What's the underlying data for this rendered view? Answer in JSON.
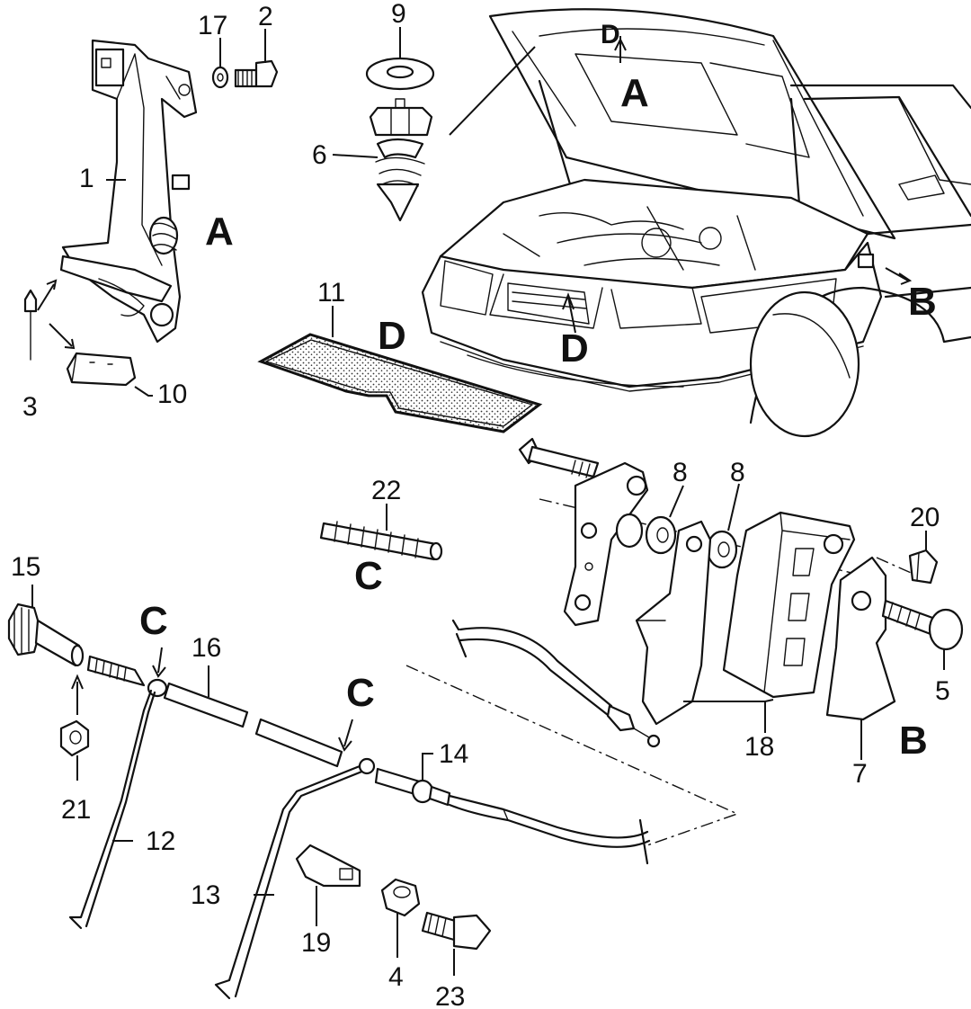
{
  "callouts": {
    "n1": "1",
    "n2": "2",
    "n3": "3",
    "n4": "4",
    "n5": "5",
    "n6": "6",
    "n7": "7",
    "n8a": "8",
    "n8b": "8",
    "n9": "9",
    "n10": "10",
    "n11": "11",
    "n12": "12",
    "n13": "13",
    "n14": "14",
    "n15": "15",
    "n16": "16",
    "n17": "17",
    "n18": "18",
    "n19": "19",
    "n20": "20",
    "n21": "21",
    "n22": "22",
    "n23": "23"
  },
  "view_labels": {
    "a_main": "A",
    "a_car": "A",
    "b_car": "B",
    "b_main": "B",
    "c_right": "C",
    "c_left": "C",
    "c_mid": "C",
    "d_seal": "D",
    "d_car": "D",
    "d_hood": "D"
  }
}
